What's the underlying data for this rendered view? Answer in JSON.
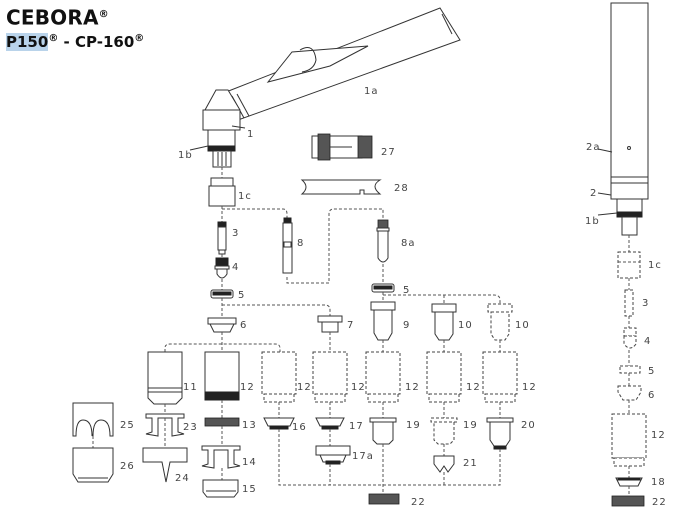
{
  "header": {
    "brand": "CEBORA",
    "brand_mark": "®",
    "model_a": "P150",
    "model_sep": " - ",
    "model_b": "CP-160",
    "model_mark": "®"
  },
  "labels": {
    "p1": "1",
    "p1a": "1a",
    "p1b": "1b",
    "p1c": "1c",
    "p2": "2",
    "p2a": "2a",
    "p3": "3",
    "p4": "4",
    "p5": "5",
    "p6": "6",
    "p7": "7",
    "p8": "8",
    "p8a": "8a",
    "p9": "9",
    "p10": "10",
    "p11": "11",
    "p12": "12",
    "p13": "13",
    "p14": "14",
    "p15": "15",
    "p16": "16",
    "p17": "17",
    "p17a": "17a",
    "p18": "18",
    "p19": "19",
    "p20": "20",
    "p21": "21",
    "p22": "22",
    "p23": "23",
    "p24": "24",
    "p25": "25",
    "p26": "26",
    "p27": "27",
    "p28": "28"
  },
  "colors": {
    "highlight": "#b9d3ea",
    "line": "#333333"
  }
}
